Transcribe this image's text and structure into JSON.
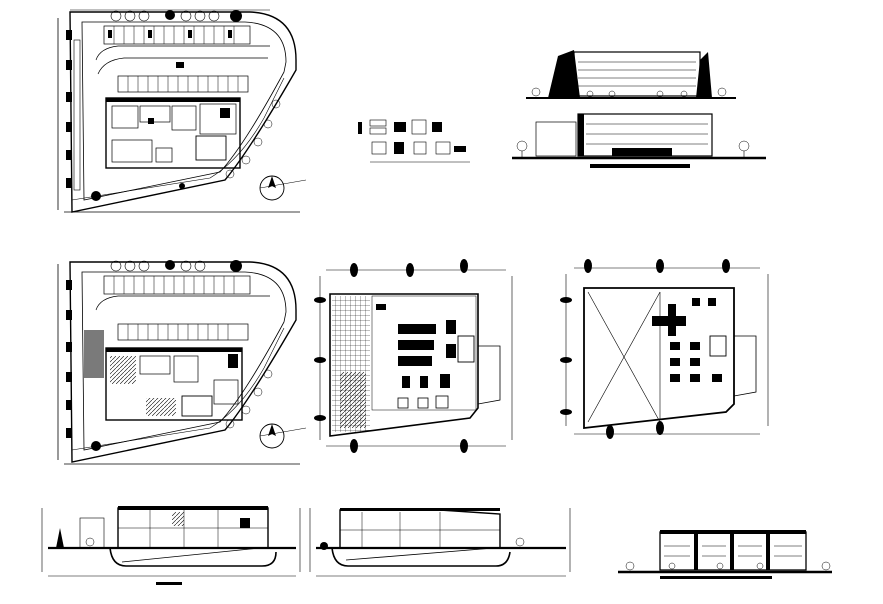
{
  "sheet": {
    "background": "#ffffff",
    "ink": "#000000",
    "fill_grey": "#7a7a7a"
  },
  "drawings": [
    {
      "id": "site-plan-upper",
      "kind": "site plan"
    },
    {
      "id": "legend-block",
      "kind": "symbol legend"
    },
    {
      "id": "elevation-front",
      "kind": "front elevation"
    },
    {
      "id": "elevation-side",
      "kind": "side elevation"
    },
    {
      "id": "site-plan-lower",
      "kind": "site plan"
    },
    {
      "id": "ground-floor-plan",
      "kind": "floor plan"
    },
    {
      "id": "first-floor-plan",
      "kind": "floor plan"
    },
    {
      "id": "section-a",
      "kind": "section"
    },
    {
      "id": "section-b",
      "kind": "section"
    },
    {
      "id": "elevation-rear",
      "kind": "rear elevation"
    }
  ]
}
